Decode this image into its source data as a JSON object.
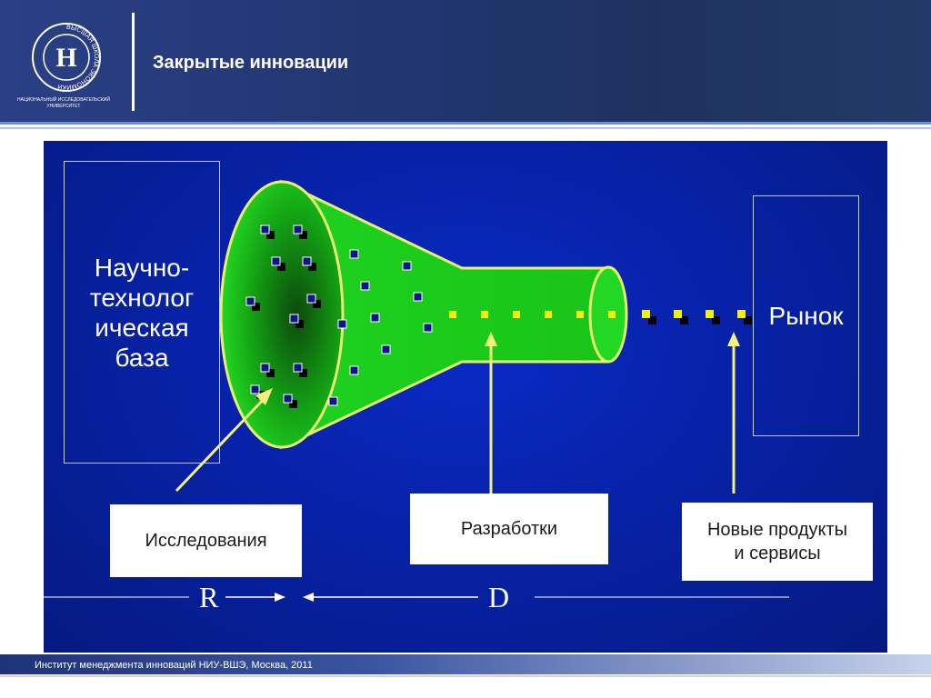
{
  "header": {
    "title": "Закрытые инновации",
    "logo": {
      "letter": "Н",
      "ring_text": "ВЫСШАЯ ШКОЛА ЭКОНОМИКИ",
      "caption_line1": "НАЦИОНАЛЬНЫЙ ИССЛЕДОВАТЕЛЬСКИЙ",
      "caption_line2": "УНИВЕРСИТЕТ"
    }
  },
  "diagram": {
    "base_label": "Научно-\nтехнолог\nическая\nбаза",
    "market_label": "Рынок",
    "research_label": "Исследования",
    "development_label": "Разработки",
    "products_label": "Новые продукты\nи сервисы",
    "r_label": "R",
    "d_label": "D"
  },
  "colors": {
    "header_bg": "#22356f",
    "diagram_bg": "#0722a8",
    "funnel_green": "#22e022",
    "funnel_outline": "#e8f070",
    "arrow_yellow": "#f2f27a",
    "dot_yellow": "#f5f000"
  },
  "footer": {
    "text": "Институт менеджмента инноваций НИУ-ВШЭ, Москва, 2011"
  }
}
